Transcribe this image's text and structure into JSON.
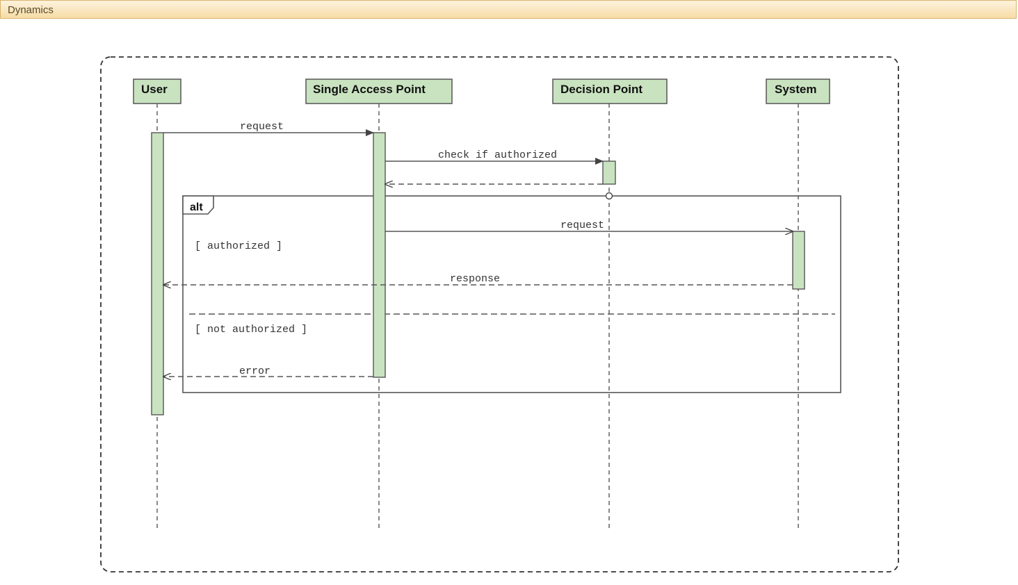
{
  "window": {
    "title": "Dynamics"
  },
  "diagram": {
    "participants": [
      {
        "label": "User"
      },
      {
        "label": "Single Access Point"
      },
      {
        "label": "Decision Point"
      },
      {
        "label": "System"
      }
    ],
    "messages": {
      "m1": "request",
      "m2": "check if authorized",
      "m3": "request",
      "m4": "response",
      "m5": "error"
    },
    "fragment": {
      "operator": "alt",
      "guard_1": "[ authorized ]",
      "guard_2": "[ not authorized ]"
    },
    "colors": {
      "participant_fill": "#c9e3c0",
      "activation_fill": "#c9e3c0",
      "border": "#555555"
    }
  }
}
